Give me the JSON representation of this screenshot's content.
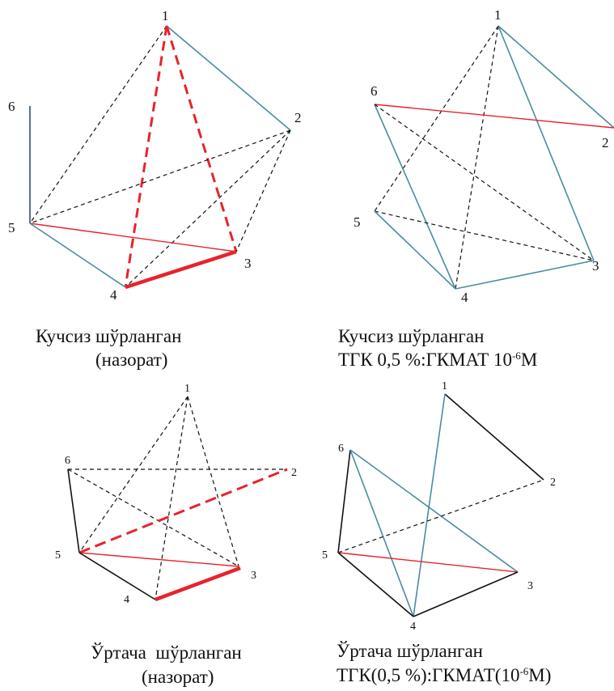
{
  "panels": [
    {
      "caption_line1": "Кучсиз шўрланган",
      "caption_line2": "(назорат)",
      "nodes": [
        "1",
        "2",
        "3",
        "4",
        "5",
        "6"
      ]
    },
    {
      "caption_line1": "Кучсиз шўрланган",
      "caption_line2_pre": "ТГК 0,5 %:ГКМАТ 10",
      "caption_line2_sup": "-6",
      "caption_line2_post": "М",
      "nodes": [
        "1",
        "2",
        "3",
        "4",
        "5",
        "6"
      ]
    },
    {
      "caption_line1": "Ўртача  шўрланган",
      "caption_line2": "(назорат)",
      "nodes": [
        "1",
        "2",
        "3",
        "4",
        "5",
        "6"
      ]
    },
    {
      "caption_line1": "Ўртача шўрланган",
      "caption_line2_pre": "ТГК(0,5 %):ГКМАТ(10",
      "caption_line2_sup": "-6",
      "caption_line2_post": "М)",
      "nodes": [
        "1",
        "2",
        "3",
        "4",
        "5",
        "6"
      ]
    }
  ],
  "colors": {
    "black": "#111111",
    "red": "#e8232a",
    "teal": "#4a8ca0",
    "navy": "#2a4f7a"
  },
  "line_styles": [
    "solid",
    "dashed",
    "thick-solid",
    "thick-dashed"
  ]
}
